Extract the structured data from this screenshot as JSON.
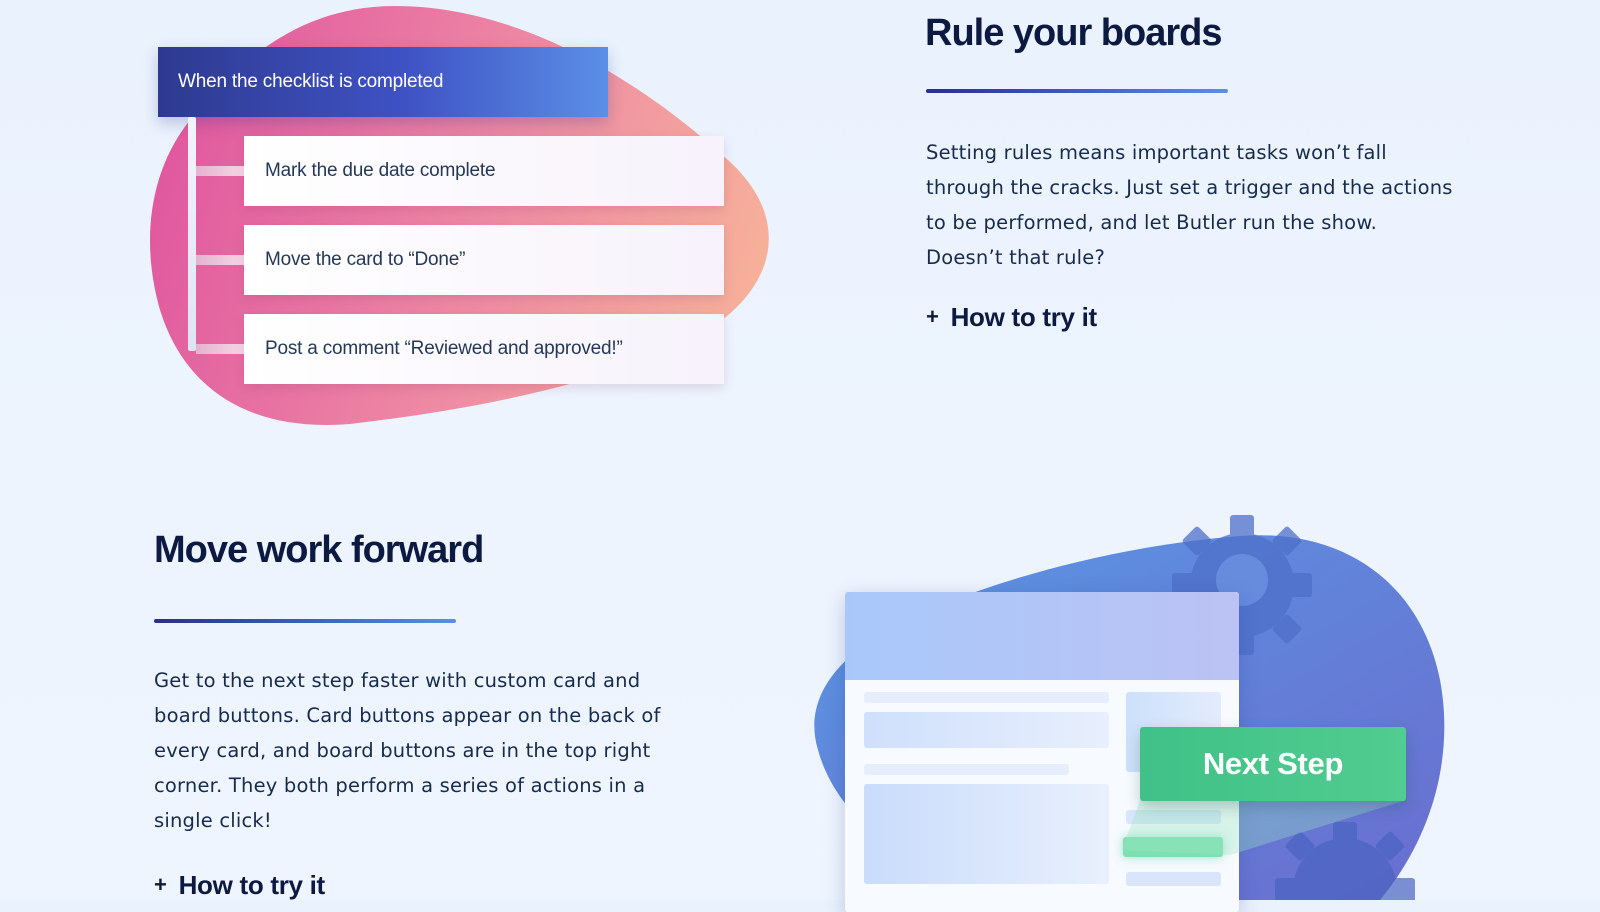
{
  "rule_section": {
    "trigger_label": "When the checklist is completed",
    "actions": [
      "Mark the due date complete",
      "Move the card to “Done”",
      "Post a comment “Reviewed and approved!”"
    ],
    "title": "Rule your boards",
    "body": "Setting rules means important tasks won’t fall through the cracks. Just set a trigger and the actions to be performed, and let Butler run the show. Doesn’t that rule?",
    "link_plus": "+",
    "link_label": "How to try it"
  },
  "move_section": {
    "title": "Move work forward",
    "body": "Get to the next step faster with custom card and board buttons. Card buttons appear on the back of every card, and board buttons are in the top right corner. They both perform a series of actions in a single click!",
    "link_plus": "+",
    "link_label": "How to try it",
    "button_label": "Next Step"
  },
  "colors": {
    "title_text": "#0c1940",
    "rule_gradient": [
      "#2b2e8c",
      "#5a90e6"
    ],
    "pink_blob": [
      "#e25aa6",
      "#f5a696"
    ],
    "blue_blob": [
      "#5b8fe2",
      "#6372d2"
    ],
    "next_step_green": "#46c48a"
  },
  "icons": [
    "gear-icon"
  ]
}
